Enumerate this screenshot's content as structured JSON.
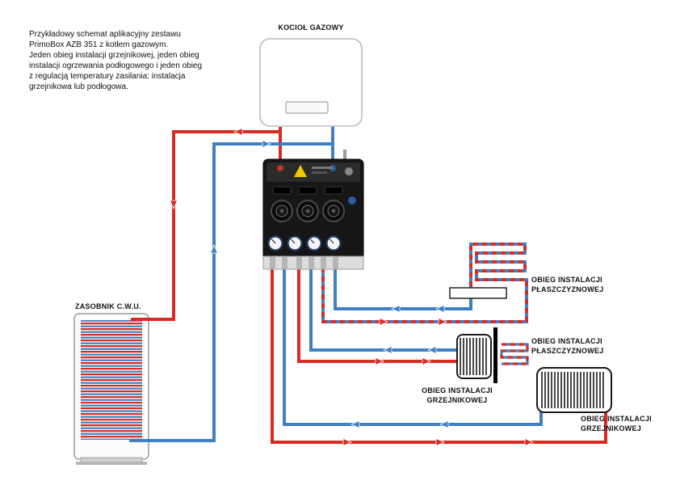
{
  "description": "Przykładowy schemat aplikacyjny zestawu\nPrimoBox AZB 351 z kotłem gazowym.\nJeden obieg instalacji grzejnikowej, jeden obieg\ninstalacji ogrzewania podłogowego i jeden obieg\nz regulacją temperatury zasilania: instalacja\ngrzejnikowa lub podłogowa.",
  "labels": {
    "boiler": "KOCIOŁ GAZOWY",
    "tank": "ZASOBNIK C.W.U.",
    "floor1": "OBIEG INSTALACJI\nPŁASZCZYZNOWEJ",
    "floor2": "OBIEG INSTALACJI\nPŁASZCZYZNOWEJ",
    "rad1": "OBIEG INSTALACJI\nGRZEJNIKOWEJ",
    "rad2": "OBIEG INSTALACJI\nGRZEJNIKOWEJ"
  },
  "colors": {
    "supply": "#d92b21",
    "return": "#3f80c2",
    "label": "#111111",
    "warning": "#f6c800"
  }
}
